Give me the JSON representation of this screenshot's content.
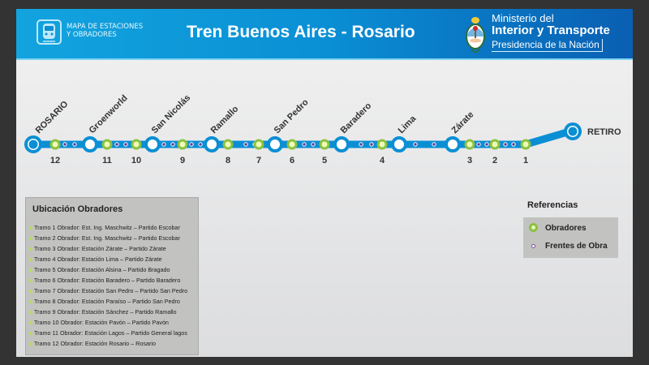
{
  "header": {
    "logo_subtitle_line1": "MAPA DE ESTACIONES",
    "logo_subtitle_line2": "Y OBRADORES",
    "title": "Tren Buenos Aires - Rosario",
    "ministry_line1": "Ministerio del",
    "ministry_line2": "Interior y Transporte",
    "ministry_line3": "Presidencia de la Nación",
    "logo_icon": "train-icon",
    "crest_icon": "argentina-coat-of-arms-icon"
  },
  "colors": {
    "line": "#0a8fd4",
    "station_ring": "#0a8fd4",
    "obrador_ring": "#8cc13f",
    "frente_dot": "#5b3f9e"
  },
  "map": {
    "terminal_start": "ROSARIO",
    "terminal_end": "RETIRO",
    "stations": [
      "ROSARIO",
      "Groenworld",
      "San Nicolás",
      "Ramallo",
      "San Pedro",
      "Baradero",
      "Lima",
      "Zárate",
      "RETIRO"
    ],
    "obrador_numbers": [
      "12",
      "11",
      "10",
      "9",
      "8",
      "7",
      "6",
      "5",
      "4",
      "3",
      "2",
      "1"
    ]
  },
  "obradores_panel": {
    "title": "Ubicación Obradores",
    "items": [
      "Tramo 1 Obrador: Est. Ing. Maschwitz – Partido Escobar",
      "Tramo 2  Obrador: Est. Ing. Maschwitz – Partido Escobar",
      "Tramo 3 Obrador: Estación Zárate – Partido Zárate",
      "Tramo 4 Obrador: Estación Lima – Partido Zárate",
      "Tramo 5 Obrador: Estación Alsina – Partido Bragado",
      "Tramo 6 Obrador: Estación Baradero – Partido Baradero",
      "Tramo 7 Obrador: Estación San Pedro – Partido San Pedro",
      "Tramo 8 Obrador: Estación Paraíso – Partido San Pedro",
      "Tramo 9 Obrador: Estación Sánchez – Partido Ramallo",
      "Tramo 10 Obrador: Estación Pavón – Partido Pavón",
      "Tramo 11 Obrador: Estación Lagos – Partido General lagos",
      "Tramo 12 Obrador: Estación Rosario – Rosario"
    ]
  },
  "references": {
    "title": "Referencias",
    "obradores_label": "Obradores",
    "frentes_label": "Frentes de Obra"
  }
}
